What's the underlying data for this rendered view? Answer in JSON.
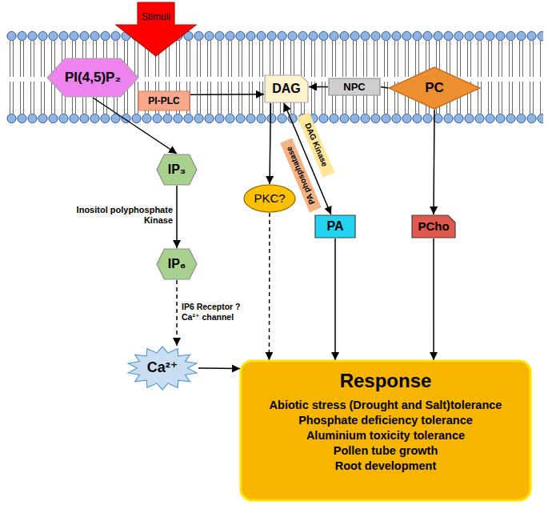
{
  "diagram": {
    "nodes": [
      {
        "text": [
          "Stimuli"
        ]
      },
      {
        "text": [
          "PI(4,5)P₂"
        ]
      },
      {
        "text": [
          "PI-PLC"
        ]
      },
      {
        "text": [
          "DAG"
        ]
      },
      {
        "text": [
          "NPC"
        ]
      },
      {
        "text": [
          "PC"
        ]
      },
      {
        "text": [
          "DAG Kinase"
        ]
      },
      {
        "text": [
          "PA phosphatase"
        ]
      },
      {
        "text": [
          "IP₃"
        ]
      },
      {
        "text": [
          "PKC?"
        ]
      },
      {
        "text": [
          "PA"
        ]
      },
      {
        "text": [
          "PCho"
        ]
      },
      {
        "text": [
          "IP₆"
        ]
      },
      {
        "text": [
          "Ca²⁺"
        ]
      },
      {
        "text": [
          "Response",
          "Abiotic stress (Drought and Salt)tolerance",
          "Phosphate deficiency tolerance",
          "Aluminium toxicity tolerance",
          "Pollen tube growth",
          "Root development"
        ]
      }
    ],
    "edges": [
      {
        "from": 2,
        "to": 3,
        "arrow": "to"
      },
      {
        "from": 4,
        "to": 3,
        "arrow": "to"
      },
      {
        "from": 5,
        "to": 4,
        "arrow": "none"
      },
      {
        "from": 1,
        "to": 8,
        "arrow": "to"
      },
      {
        "from": 8,
        "to": 12,
        "label": "Inositol polyphosphate Kinase",
        "arrow": "to"
      },
      {
        "from": 12,
        "to": 13,
        "label": "IP6 Receptor ? Ca²⁺ channel",
        "arrow": "to"
      },
      {
        "from": 13,
        "to": 14,
        "arrow": "to"
      },
      {
        "from": 3,
        "to": 9,
        "arrow": "to"
      },
      {
        "from": 3,
        "to": 10,
        "arrow": "both"
      },
      {
        "from": 5,
        "to": 11,
        "arrow": "to"
      },
      {
        "from": 9,
        "to": 14,
        "arrow": "to"
      },
      {
        "from": 10,
        "to": 14,
        "arrow": "to"
      },
      {
        "from": 11,
        "to": 14,
        "arrow": "to"
      }
    ]
  }
}
